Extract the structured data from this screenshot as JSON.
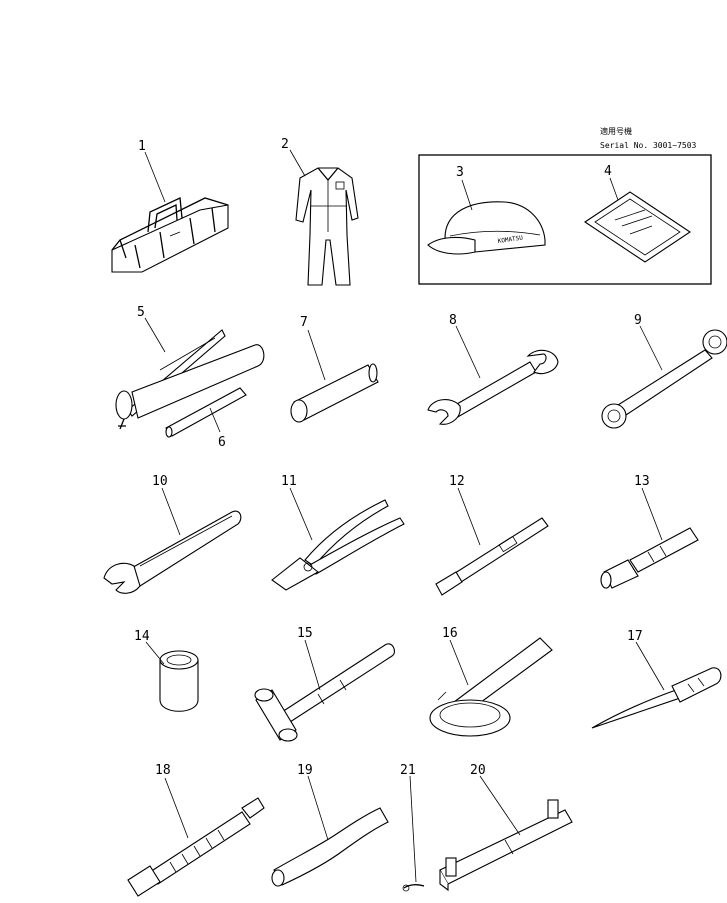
{
  "serial_heading": "適用号機",
  "serial_range": "Serial No. 3001~7503",
  "callouts": [
    {
      "id": "p1",
      "label": "1"
    },
    {
      "id": "p2",
      "label": "2"
    },
    {
      "id": "p3",
      "label": "3"
    },
    {
      "id": "p4",
      "label": "4"
    },
    {
      "id": "p5",
      "label": "5"
    },
    {
      "id": "p6",
      "label": "6"
    },
    {
      "id": "p7",
      "label": "7"
    },
    {
      "id": "p8",
      "label": "8"
    },
    {
      "id": "p9",
      "label": "9"
    },
    {
      "id": "p10",
      "label": "10"
    },
    {
      "id": "p11",
      "label": "11"
    },
    {
      "id": "p12",
      "label": "12"
    },
    {
      "id": "p13",
      "label": "13"
    },
    {
      "id": "p14",
      "label": "14"
    },
    {
      "id": "p15",
      "label": "15"
    },
    {
      "id": "p16",
      "label": "16"
    },
    {
      "id": "p17",
      "label": "17"
    },
    {
      "id": "p18",
      "label": "18"
    },
    {
      "id": "p19",
      "label": "19"
    },
    {
      "id": "p20",
      "label": "20"
    },
    {
      "id": "p21",
      "label": "21"
    }
  ],
  "cap_marking": "KOMATSU"
}
